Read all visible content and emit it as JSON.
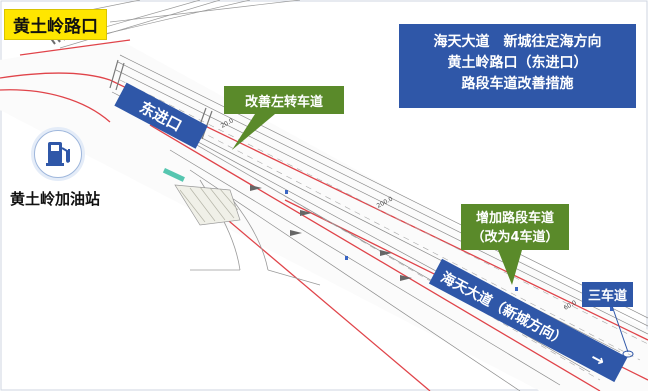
{
  "junction_label": "黄土岭路口",
  "title_lines": [
    "海天大道　新城往定海方向",
    "黄土岭路口（东进口）",
    "路段车道改善措施"
  ],
  "road_labels": {
    "east_entrance": "东进口",
    "main_road": "海天大道（新城方向）"
  },
  "direction_arrow": "→",
  "callouts": {
    "left_turn": "改善左转车道",
    "add_lane_line1": "增加路段车道",
    "add_lane_line2": "（改为4车道）",
    "three_lane": "三车道"
  },
  "gas_station": {
    "label": "黄土岭加油站",
    "icon": "fuel-pump-icon"
  },
  "drawing_marks": [
    "20.0",
    "200.0",
    "60.0"
  ],
  "colors": {
    "title_bg": "#2f57a8",
    "callout_green": "#5a8a2a",
    "junction_yellow": "#ffe600",
    "road_label_blue": "#2f57a8",
    "curb_red": "#e0444a"
  }
}
